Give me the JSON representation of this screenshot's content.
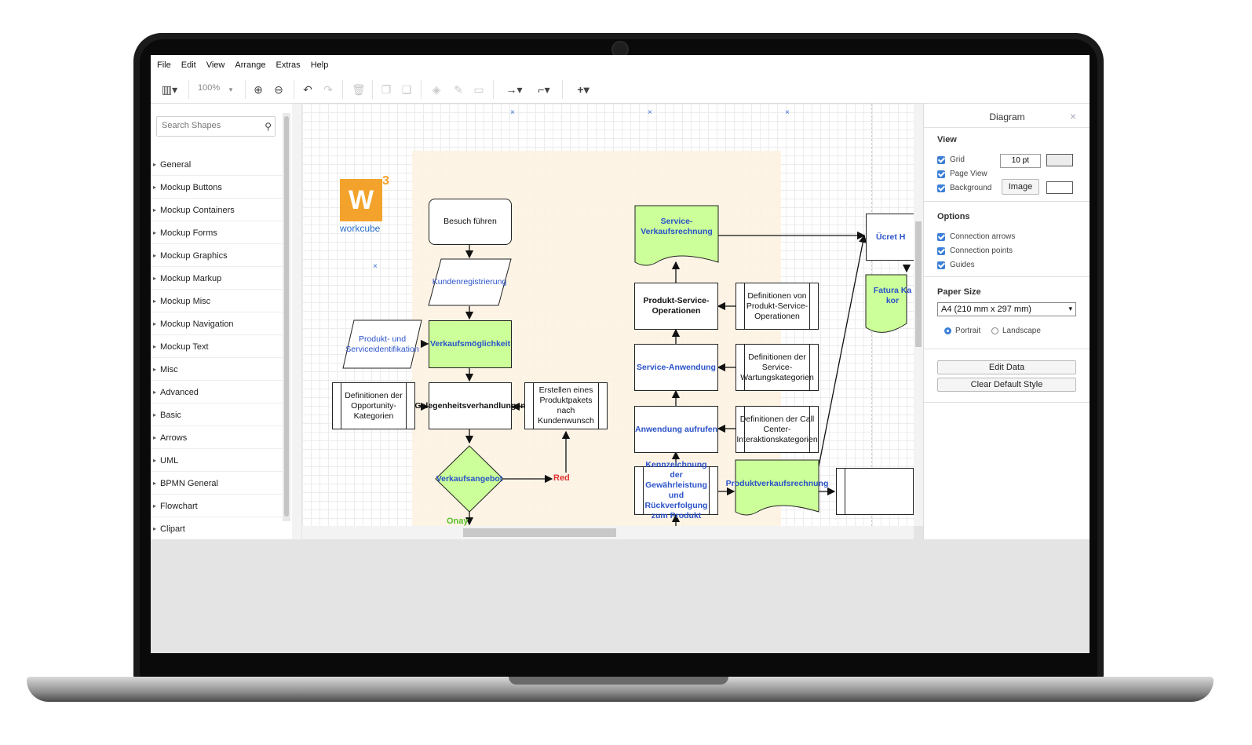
{
  "menu": [
    "File",
    "Edit",
    "View",
    "Arrange",
    "Extras",
    "Help"
  ],
  "toolbar": {
    "zoom": "100%"
  },
  "sidebar": {
    "search_placeholder": "Search Shapes",
    "categories": [
      "General",
      "Mockup Buttons",
      "Mockup Containers",
      "Mockup Forms",
      "Mockup Graphics",
      "Mockup Markup",
      "Mockup Misc",
      "Mockup Navigation",
      "Mockup Text",
      "Misc",
      "Advanced",
      "Basic",
      "Arrows",
      "UML",
      "BPMN General",
      "Flowchart",
      "Clipart"
    ]
  },
  "panel": {
    "title": "Diagram",
    "view_heading": "View",
    "grid_label": "Grid",
    "grid_size": "10 pt",
    "page_view_label": "Page View",
    "background_label": "Background",
    "image_button": "Image",
    "options_heading": "Options",
    "connection_arrows": "Connection arrows",
    "connection_points": "Connection points",
    "guides": "Guides",
    "paper_heading": "Paper Size",
    "paper_value": "A4 (210 mm x 297 mm)",
    "portrait": "Portrait",
    "landscape": "Landscape",
    "edit_data": "Edit Data",
    "clear_style": "Clear Default Style"
  },
  "diagram": {
    "logo_letter": "W",
    "logo_sup": "3",
    "logo_text": "workcube",
    "besuch": "Besuch führen",
    "kunden": "Kundenregistrierung",
    "produkt_id": "Produkt- und Serviceidentifikation",
    "verkaufsmoeglichkeit": "Verkaufsmöglichkeit",
    "def_opportunity": "Definitionen der Opportunity-Kategorien",
    "gelegenheit": "Gelegenheitsverhandlungen",
    "erstellen": "Erstellen eines Produktpakets nach Kundenwunsch",
    "verkaufsangebot": "Verkaufsangebot",
    "red": "Red",
    "onay": "Onay",
    "service_verkauf": "Service-Verkaufsrechnung",
    "ps_operationen": "Produkt-Service-Operationen",
    "def_ps": "Definitionen von Produkt-Service-Operationen",
    "service_anwendung": "Service-Anwendung",
    "def_wartung": "Definitionen der Service-Wartungskategorien",
    "anwendung_aufrufen": "Anwendung aufrufen",
    "def_call": "Definitionen der Call Center-Interaktionskategorien",
    "kennzeichnung": "Kennzeichnung der Gewährleistung und Rückverfolgung zum Produkt",
    "produktverkauf": "Produktverkaufsrechnung",
    "ucret": "Ücret H",
    "fatura": "Fatura Ka kor"
  }
}
